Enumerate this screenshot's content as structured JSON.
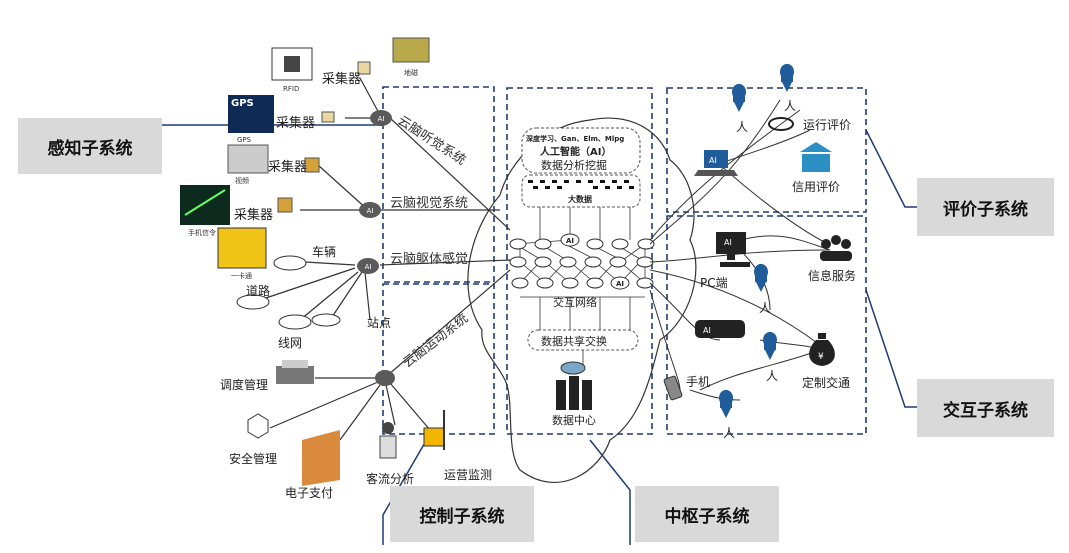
{
  "subsystems": {
    "perception": "感知子系统",
    "evaluation": "评价子系统",
    "interaction": "交互子系统",
    "control": "控制子系统",
    "central": "中枢子系统"
  },
  "sensors": {
    "collector": "采集器",
    "rfid": "RFID",
    "gps_logo": "GPS",
    "gps": "GPS",
    "geomagnetic": "地磁",
    "video": "视频",
    "phone_signal": "手机信令",
    "card": "一卡通"
  },
  "road_network": {
    "vehicle": "车辆",
    "road": "道路",
    "line_network": "线网",
    "station": "站点"
  },
  "brain_channels": {
    "hearing": "云脑听觉系统",
    "vision": "云脑视觉系统",
    "body": "云脑躯体感觉",
    "motion": "云脑运动系统"
  },
  "hub": {
    "ai": "AI",
    "algorithms": "深度学习、Gan、Elm、Mlpg",
    "ai_title": "人工智能（AI）",
    "mining": "数据分析挖掘",
    "big_data": "大数据",
    "interaction_network": "交互网络",
    "data_exchange": "数据共享交换",
    "data_center": "数据中心"
  },
  "control_items": {
    "dispatch": "调度管理",
    "safety": "安全管理",
    "payment": "电子支付",
    "passenger": "客流分析",
    "operation": "运营监测"
  },
  "evaluation_items": {
    "person": "人",
    "operation_eval": "运行评价",
    "credit_eval": "信用评价"
  },
  "interaction_items": {
    "pc": "PC端",
    "info_service": "信息服务",
    "phone": "手机",
    "custom_transit": "定制交通"
  },
  "colors": {
    "tag_bg": "#d9d9d9",
    "dashed_border": "#1f3b73",
    "line": "#333333",
    "node": "#5a5a5a",
    "person_icon": "#1f5c99"
  }
}
